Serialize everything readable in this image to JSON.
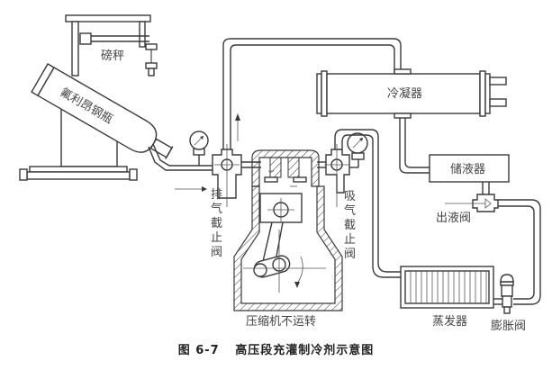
{
  "figure": {
    "number": "图 6-7",
    "title": "高压段充灌制冷剂示意图"
  },
  "labels": {
    "scale": "磅秤",
    "cylinder": "氟利昂钢瓶",
    "condenser": "冷凝器",
    "receiver": "储液器",
    "outlet_valve": "出液阀",
    "discharge_valve": [
      "排",
      "气",
      "截",
      "止",
      "阀"
    ],
    "suction_valve": [
      "吸",
      "气",
      "截",
      "止",
      "阀"
    ],
    "compressor_state": "压缩机不运转",
    "evaporator": "蒸发器",
    "expansion_valve": "膨胀阀"
  },
  "colors": {
    "line": "#3a3a3a",
    "text": "#444444",
    "background": "#ffffff"
  }
}
